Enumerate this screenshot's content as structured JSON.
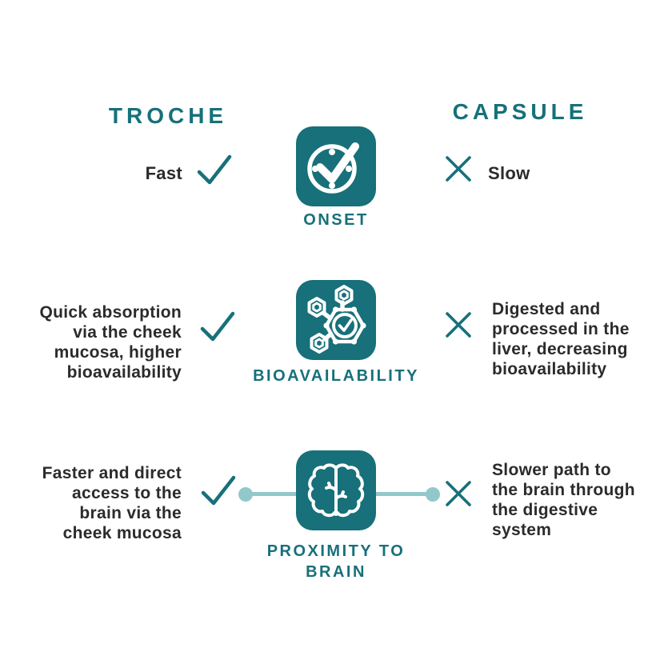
{
  "colors": {
    "teal": "#17707A",
    "light_teal": "#92C8CA",
    "text": "#2B2B2B",
    "background": "#FFFFFF"
  },
  "header": {
    "troche": "TROCHE",
    "capsule": "CAPSULE"
  },
  "rows": [
    {
      "caption": "ONSET",
      "icon": "clock-check-icon",
      "troche_mark": "check",
      "capsule_mark": "cross",
      "troche_text": "Fast",
      "capsule_text": "Slow"
    },
    {
      "caption": "BIOAVAILABILITY",
      "icon": "molecule-network-icon",
      "troche_mark": "check",
      "capsule_mark": "cross",
      "troche_text": "Quick absorption\nvia the cheek\nmucosa, higher\nbioavailability",
      "capsule_text": "Digested and\nprocessed in the\nliver, decreasing\nbioavailability"
    },
    {
      "caption": "PROXIMITY TO\nBRAIN",
      "icon": "brain-icon",
      "troche_mark": "check",
      "capsule_mark": "cross",
      "troche_text": "Faster and direct\naccess to the\nbrain via the\ncheek mucosa",
      "capsule_text": "Slower path to\nthe brain through\nthe digestive\nsystem"
    }
  ]
}
